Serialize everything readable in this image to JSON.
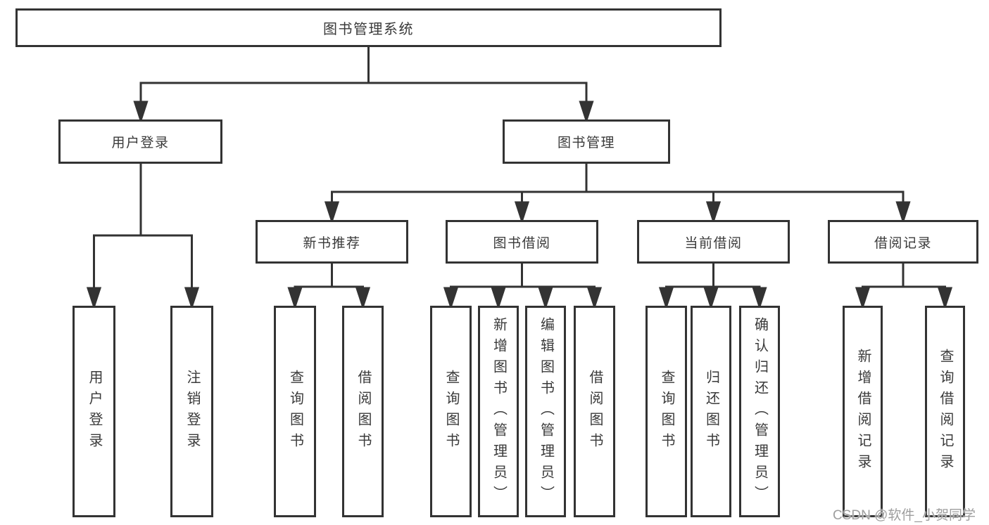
{
  "diagram": {
    "title": "图书管理系统",
    "level2": [
      {
        "label": "用户登录",
        "parent": "图书管理系统"
      },
      {
        "label": "图书管理",
        "parent": "图书管理系统"
      }
    ],
    "level3": [
      {
        "label": "新书推荐",
        "parent": "图书管理"
      },
      {
        "label": "图书借阅",
        "parent": "图书管理"
      },
      {
        "label": "当前借阅",
        "parent": "图书管理"
      },
      {
        "label": "借阅记录",
        "parent": "图书管理"
      }
    ],
    "leaves": [
      {
        "label": "用户登录",
        "parent": "用户登录"
      },
      {
        "label": "注销登录",
        "parent": "用户登录"
      },
      {
        "label": "查询图书",
        "parent": "新书推荐"
      },
      {
        "label": "借阅图书",
        "parent": "新书推荐"
      },
      {
        "label": "查询图书",
        "parent": "图书借阅"
      },
      {
        "label": "新增图书（管理员）",
        "parent": "图书借阅"
      },
      {
        "label": "编辑图书（管理员）",
        "parent": "图书借阅"
      },
      {
        "label": "借阅图书",
        "parent": "图书借阅"
      },
      {
        "label": "查询图书",
        "parent": "当前借阅"
      },
      {
        "label": "归还图书",
        "parent": "当前借阅"
      },
      {
        "label": "确认归还（管理员）",
        "parent": "当前借阅"
      },
      {
        "label": "新增借阅记录",
        "parent": "借阅记录"
      },
      {
        "label": "查询借阅记录",
        "parent": "借阅记录"
      }
    ]
  },
  "watermark": {
    "text": "CSDN @软件_小贺同学"
  },
  "colors": {
    "line": "#333333",
    "node_border": "#333333",
    "text": "#3a3a3a",
    "watermark": "#9e9e9e",
    "background": "#ffffff"
  }
}
